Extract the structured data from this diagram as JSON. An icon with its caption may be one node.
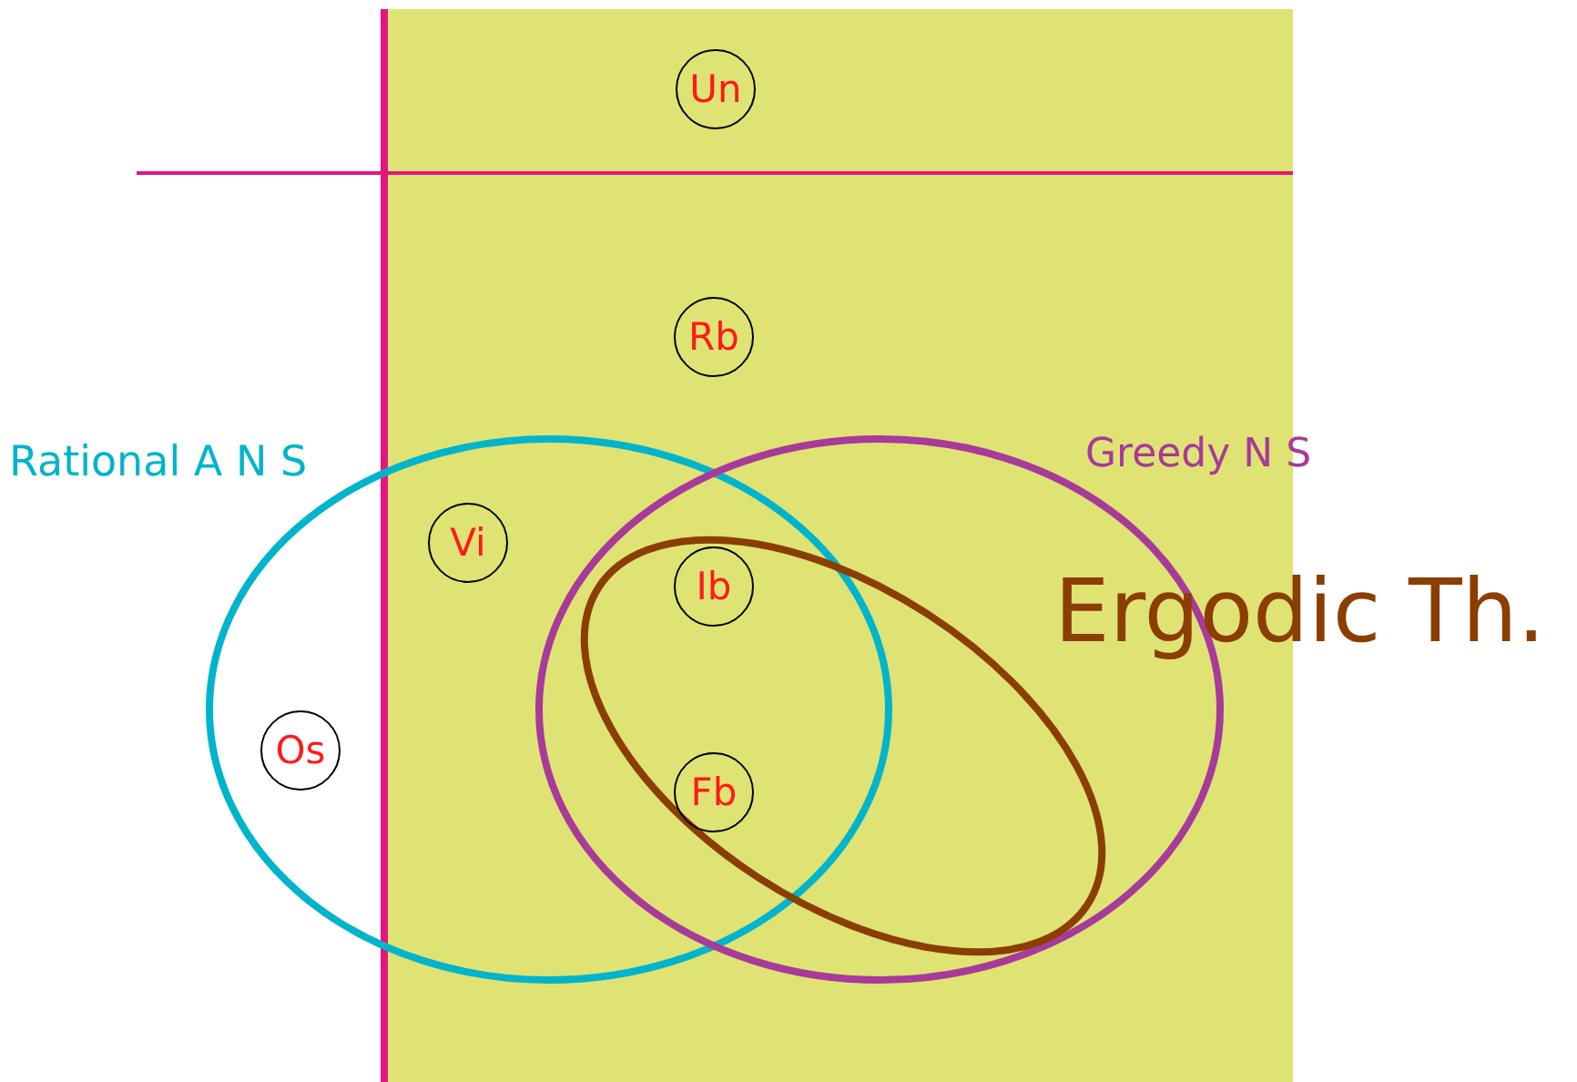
{
  "diagram": {
    "nodes": [
      {
        "text": [
          "Rational A N S"
        ]
      },
      {
        "text": [
          "Greedy N S"
        ]
      },
      {
        "text": [
          "Ergodic Th."
        ],
        "in": 1
      },
      {
        "text": [
          "Un"
        ]
      },
      {
        "text": [
          "Rb"
        ]
      },
      {
        "text": [
          "Vi"
        ],
        "in": 0
      },
      {
        "text": [
          "Ib"
        ]
      },
      {
        "text": [
          "Os"
        ],
        "in": 0
      },
      {
        "text": [
          "Fb"
        ]
      }
    ],
    "edges": []
  }
}
